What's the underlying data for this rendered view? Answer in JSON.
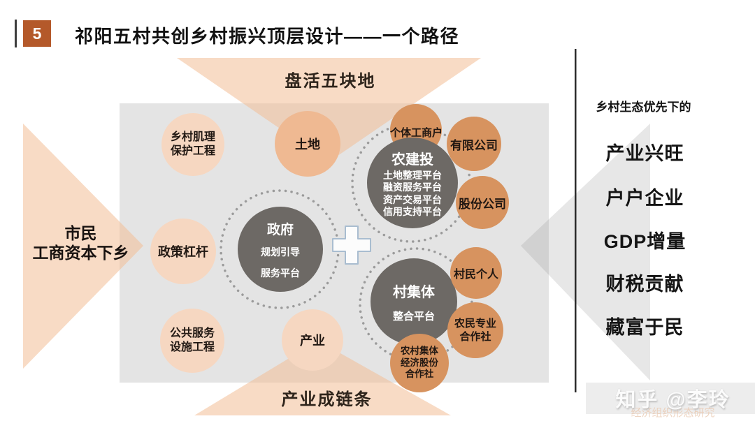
{
  "header": {
    "badge": "5",
    "title": "祁阳五村共创乡村振兴顶层设计——一个路径"
  },
  "flows": {
    "top": "盘活五块地",
    "left": [
      "市民",
      "工商资本下乡"
    ],
    "bottom": "产业成链条"
  },
  "diagram": {
    "plus_icon": "+",
    "platforms": {
      "government": {
        "name": "政府",
        "items": [
          "规划引导",
          "服务平台"
        ]
      },
      "nongjiantou": {
        "name": "农建投",
        "items": [
          "土地整理平台",
          "融资服务平台",
          "资产交易平台",
          "信用支持平台"
        ]
      },
      "village_collective": {
        "name": "村集体",
        "items": [
          "整合平台"
        ]
      }
    },
    "element_circles": {
      "rural_texture": [
        "乡村肌理",
        "保护工程"
      ],
      "land": "土地",
      "policy_lever": "政策杠杆",
      "public_service": [
        "公共服务",
        "设施工程"
      ],
      "industry": "产业",
      "individual_business": "个体工商户",
      "limited_company": "有限公司",
      "stock_company": "股份公司",
      "villager_individual": "村民个人",
      "farmer_coop": [
        "农民专业",
        "合作社"
      ],
      "rural_collective_coop": [
        "农村集体",
        "经济股份",
        "合作社"
      ]
    }
  },
  "right_panel": {
    "heading": "乡村生态优先下的",
    "items": [
      "产业兴旺",
      "户户企业",
      "GDP增量",
      "财税贡献",
      "藏富于民"
    ]
  },
  "watermark": {
    "main": "知乎 @李玲",
    "sub": "经济组织形态研究"
  },
  "colors": {
    "accent_orange": "#b4592a",
    "circle_peach": "#f6d7c1",
    "circle_tan": "#efb992",
    "circle_orange": "#d7935f",
    "circle_dark": "#6d6965",
    "panel_gray": "#e4e4e4",
    "plus_blue": "#a9bdd0",
    "dot_gray": "#9b9b9b"
  }
}
